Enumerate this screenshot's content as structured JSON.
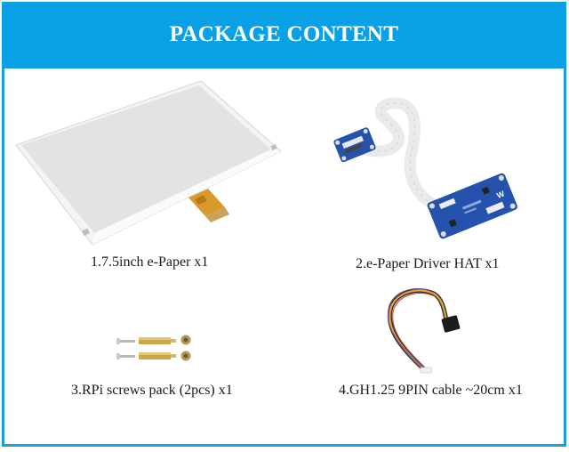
{
  "header": {
    "title": "PACKAGE CONTENT",
    "background_color": "#0aa0e6",
    "border_color": "#16a0e0"
  },
  "items": [
    {
      "index": 1,
      "label": "1.7.5inch e-Paper x1",
      "image": "e-paper-display-panel"
    },
    {
      "index": 2,
      "label": "2.e-Paper Driver HAT x1",
      "image": "driver-hat-board-with-ribbon-cable"
    },
    {
      "index": 3,
      "label": "3.RPi screws pack (2pcs) x1",
      "image": "screws-standoffs-nuts"
    },
    {
      "index": 4,
      "label": "4.GH1.25 9PIN cable ~20cm x1",
      "image": "gh125-wire-cable"
    }
  ],
  "colors": {
    "pcb_blue": "#2452ad",
    "epaper_gray": "#e4e4e4",
    "fpc_orange": "#d99a2b",
    "brass": "#c9a84a"
  }
}
